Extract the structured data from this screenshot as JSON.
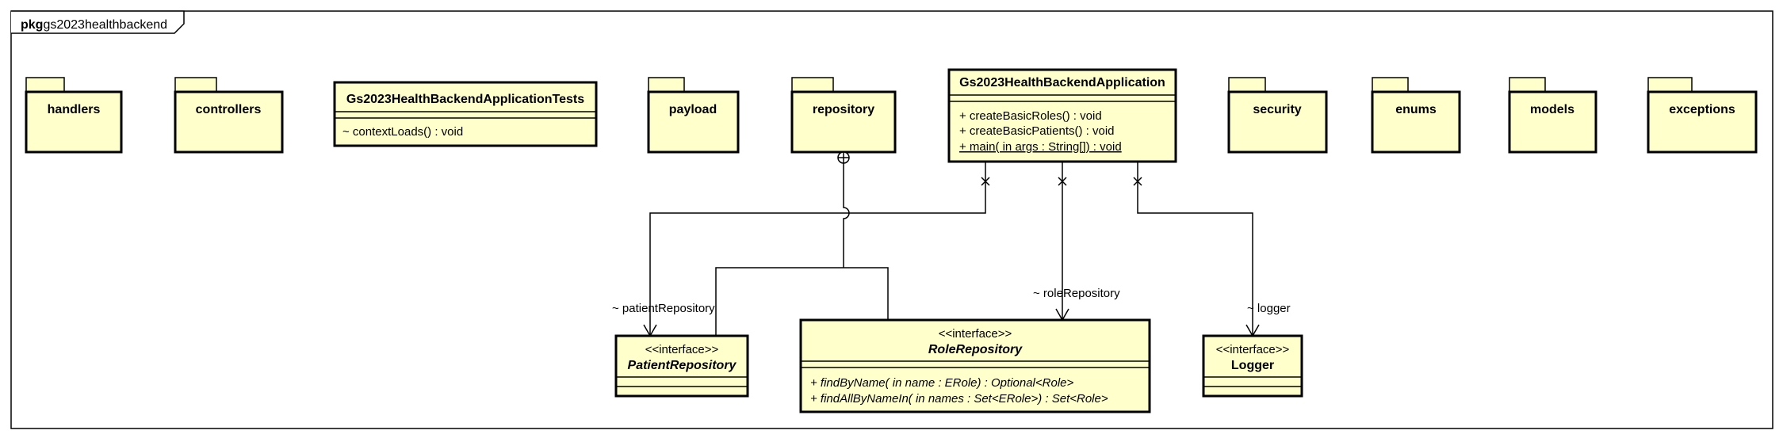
{
  "frame": {
    "keyword": "pkg",
    "name": "gs2023healthbackend"
  },
  "packages": [
    "handlers",
    "controllers",
    "payload",
    "repository",
    "security",
    "enums",
    "models",
    "exceptions"
  ],
  "classes": {
    "tests": {
      "name": "Gs2023HealthBackendApplicationTests",
      "ops": [
        "~ contextLoads() : void"
      ]
    },
    "app": {
      "name": "Gs2023HealthBackendApplication",
      "ops": [
        "+ createBasicRoles() : void",
        "+ createBasicPatients() : void",
        "+ main( in  args : String[]) : void"
      ]
    },
    "patientRepo": {
      "stereotype": "<<interface>>",
      "name": "PatientRepository"
    },
    "roleRepo": {
      "stereotype": "<<interface>>",
      "name": "RoleRepository",
      "ops": [
        "+ findByName( in  name : ERole) : Optional<Role>",
        "+ findAllByNameIn( in  names : Set<ERole>) : Set<Role>"
      ]
    },
    "logger": {
      "stereotype": "<<interface>>",
      "name": "Logger"
    }
  },
  "roles": {
    "patient": "~ patientRepository",
    "role": "~ roleRepository",
    "logger": "~ logger"
  },
  "colors": {
    "fill": "#ffffcc",
    "stroke": "#000000"
  }
}
